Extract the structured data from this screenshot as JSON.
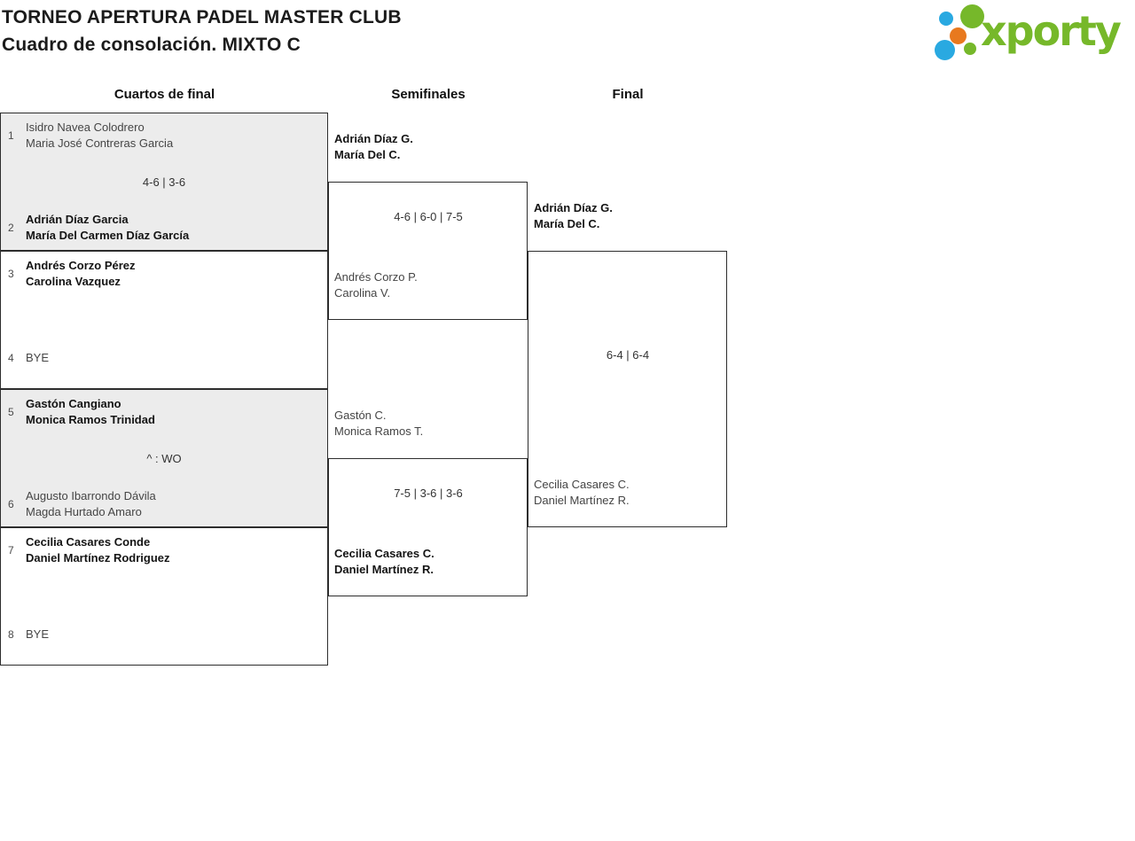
{
  "header": {
    "title_line1": "TORNEO APERTURA PADEL MASTER CLUB",
    "title_line2": "Cuadro de consolación. MIXTO C"
  },
  "logo": {
    "brand": "xporty",
    "green": "#76b82a",
    "blue": "#29a9e1",
    "orange": "#e8791e"
  },
  "rounds": {
    "quarterfinals_label": "Cuartos de final",
    "semifinals_label": "Semifinales",
    "final_label": "Final"
  },
  "quarterfinals": [
    {
      "seed_top": "1",
      "team_top_line1": "Isidro Navea Colodrero",
      "team_top_line2": "Maria José Contreras Garcia",
      "score": "4-6 | 3-6",
      "seed_bottom": "2",
      "team_bottom_line1": "Adrián Díaz Garcia",
      "team_bottom_line2": "María Del Carmen Díaz García",
      "winner": "bottom"
    },
    {
      "seed_top": "3",
      "team_top_line1": "Andrés Corzo Pérez",
      "team_top_line2": "Carolina Vazquez",
      "score": "",
      "seed_bottom": "4",
      "team_bottom_line1": "BYE",
      "winner": "top"
    },
    {
      "seed_top": "5",
      "team_top_line1": "Gastón Cangiano",
      "team_top_line2": "Monica Ramos Trinidad",
      "score": "^ : WO",
      "seed_bottom": "6",
      "team_bottom_line1": "Augusto Ibarrondo Dávila",
      "team_bottom_line2": "Magda Hurtado Amaro",
      "winner": "top"
    },
    {
      "seed_top": "7",
      "team_top_line1": "Cecilia Casares Conde",
      "team_top_line2": "Daniel Martínez Rodriguez",
      "score": "",
      "seed_bottom": "8",
      "team_bottom_line1": "BYE",
      "winner": "top"
    }
  ],
  "semifinals": [
    {
      "team_top_line1": "Adrián Díaz G.",
      "team_top_line2": "María Del C.",
      "score": "4-6 | 6-0 | 7-5",
      "team_bottom_line1": "Andrés Corzo P.",
      "team_bottom_line2": "Carolina V.",
      "winner": "top"
    },
    {
      "team_top_line1": "Gastón C.",
      "team_top_line2": "Monica Ramos T.",
      "score": "7-5 | 3-6 | 3-6",
      "team_bottom_line1": "Cecilia Casares C.",
      "team_bottom_line2": "Daniel Martínez R.",
      "winner": "bottom"
    }
  ],
  "final": {
    "team_top_line1": "Adrián Díaz G.",
    "team_top_line2": "María Del C.",
    "score": "6-4 | 6-4",
    "team_bottom_line1": "Cecilia Casares C.",
    "team_bottom_line2": "Daniel Martínez R.",
    "winner": "top"
  },
  "colors": {
    "border": "#2d2d2d",
    "block_grey": "#ececec",
    "winner_text": "#141414",
    "loser_text": "#454545",
    "score_text": "#333333"
  }
}
